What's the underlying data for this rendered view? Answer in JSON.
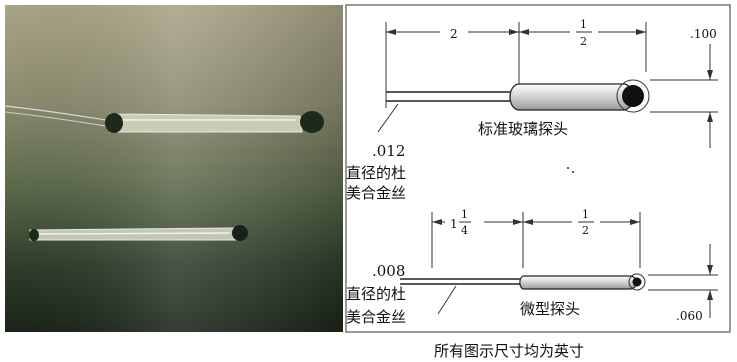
{
  "photo": {
    "description_icon": "probe-photo"
  },
  "standard_probe": {
    "dim_length_1": "2",
    "dim_length_2_num": "1",
    "dim_length_2_den": "2",
    "dim_diameter": ".100",
    "label": "标准玻璃探头",
    "wire_size": ".012",
    "wire_desc_line1": "直径的杜",
    "wire_desc_line2": "美合金丝"
  },
  "micro_probe": {
    "dim_length_1_whole": "1",
    "dim_length_1_num": "1",
    "dim_length_1_den": "4",
    "dim_length_2_num": "1",
    "dim_length_2_den": "2",
    "dim_diameter": ".060",
    "label": "微型探头",
    "wire_size": ".008",
    "wire_desc_line1": "直径的杜",
    "wire_desc_line2": "美合金丝"
  },
  "footer": {
    "units_note": "所有图示尺寸均为英寸"
  },
  "colors": {
    "photo_dark": "#1f2a1c",
    "photo_light": "#b7b290",
    "probe_body": "#d8d8d8",
    "bead": "#111111"
  }
}
